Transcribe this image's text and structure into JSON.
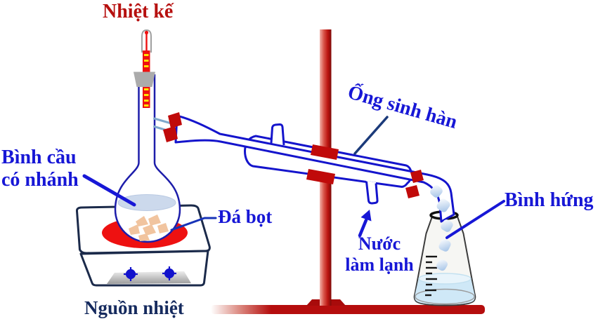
{
  "diagram": {
    "subject": "distillation-apparatus",
    "labels": {
      "thermometer": "Nhiệt kế",
      "flask": "Bình cầu\ncó nhánh",
      "boiling_stones": "Đá bọt",
      "heat_source": "Nguồn nhiệt",
      "condenser": "Ống sinh hàn",
      "cooling_water": "Nước\nlàm lạnh",
      "receiving_flask": "Bình hứng"
    },
    "colors": {
      "label_blue": "#1717d6",
      "label_dark_red": "#b6100f",
      "label_navy": "#152a5e",
      "glass_blue": "#1414cc",
      "stand_red": "#b50d0d",
      "clamp_red": "#c00a0a",
      "heating_element_red": "#ee1111",
      "thermometer_red": "#ee1111",
      "thermometer_tick_yellow": "#ffe400",
      "stopper_grey": "#ababab",
      "flask_liquid": "#ccd9ec",
      "receiver_liquid": "#cfe8f7",
      "boiling_stone_peach": "#f1c49f",
      "knob_blue": "#1212cc",
      "side_arm_steel": "#7fa8cc"
    }
  }
}
